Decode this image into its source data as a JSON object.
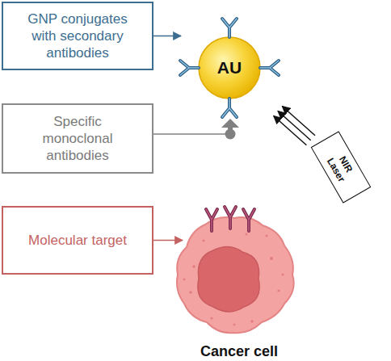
{
  "diagram": {
    "nodes": [
      {
        "text": [
          "GNP conjugates with secondary antibodies"
        ]
      },
      {
        "text": [
          "AU"
        ]
      },
      {
        "text": [
          "Specific monoclonal antibodies"
        ]
      },
      {
        "text": [
          "NIR Laser"
        ]
      },
      {
        "text": [
          "Molecular target"
        ]
      },
      {
        "text": [
          "Cancer cell"
        ]
      }
    ],
    "edges": [
      {
        "from": 0,
        "to": 1,
        "arrow": "to"
      },
      {
        "from": 3,
        "to": 1,
        "arrow": "to"
      },
      {
        "from": 4,
        "to": 5,
        "arrow": "to"
      }
    ]
  }
}
